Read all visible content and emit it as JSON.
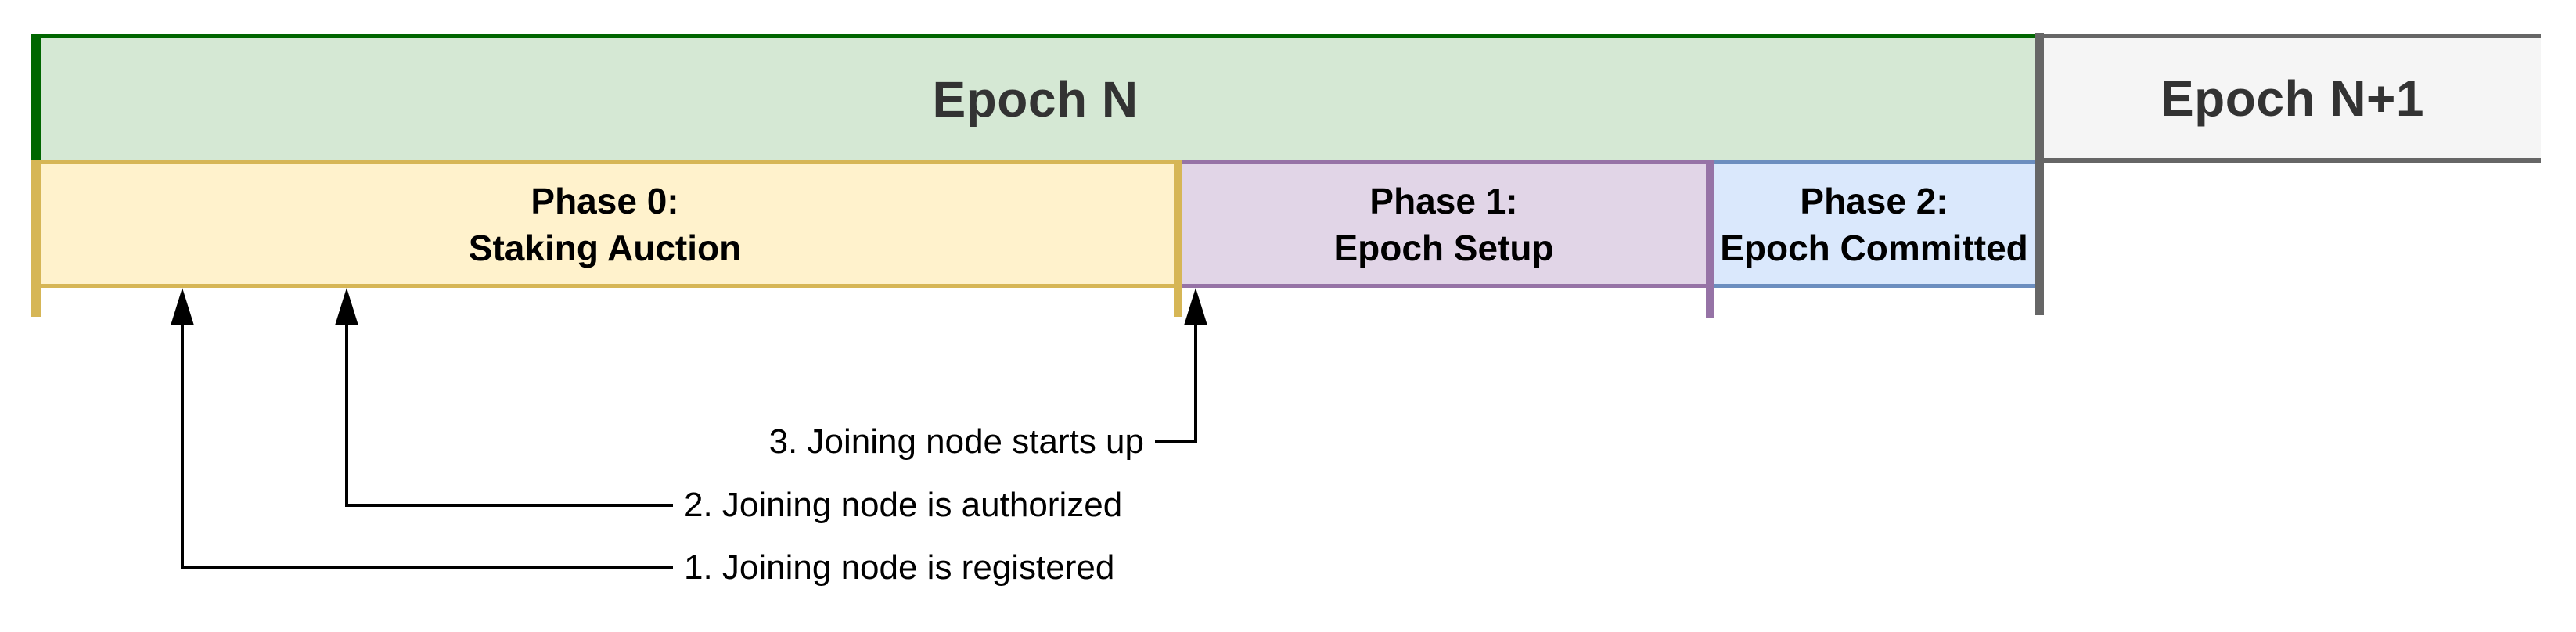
{
  "diagram": {
    "title_hint": "Epoch phase timeline",
    "epochs": [
      {
        "label": "Epoch N",
        "fill": "#d5e8d4",
        "border": "#006600"
      },
      {
        "label": "Epoch N+1",
        "fill": "#f5f5f5",
        "border": "#666666"
      }
    ],
    "phases": [
      {
        "line1": "Phase 0:",
        "line2": "Staking Auction",
        "fill": "#fff2cc",
        "border": "#d6b656"
      },
      {
        "line1": "Phase 1:",
        "line2": "Epoch Setup",
        "fill": "#e1d5e7",
        "border": "#9673a6"
      },
      {
        "line1": "Phase 2:",
        "line2": "Epoch Committed",
        "fill": "#dae8fc",
        "border": "#6c8ebf"
      }
    ],
    "annotations": [
      {
        "label": "1. Joining node is registered"
      },
      {
        "label": "2. Joining node is authorized"
      },
      {
        "label": "3. Joining node starts up"
      }
    ],
    "colors": {
      "epoch_title_text": "#333333",
      "phase_label_text": "#000000",
      "annotation_line": "#000000",
      "background": "#ffffff"
    }
  }
}
